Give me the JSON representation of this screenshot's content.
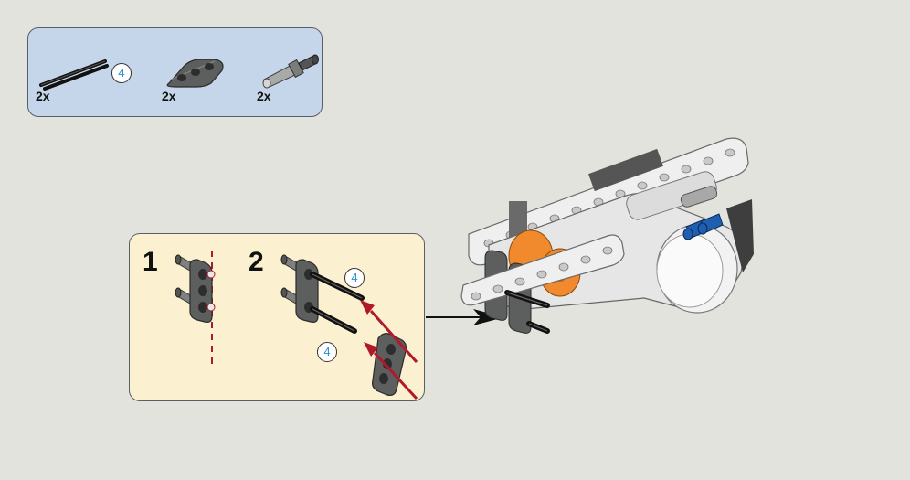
{
  "parts_list": {
    "items": [
      {
        "name": "axle-4",
        "qty": "2x",
        "callout": "4"
      },
      {
        "name": "beam-3",
        "qty": "2x"
      },
      {
        "name": "connector-peg-with-axle",
        "qty": "2x"
      }
    ]
  },
  "sub_assembly": {
    "steps": [
      {
        "number": "1"
      },
      {
        "number": "2",
        "callouts": [
          "4",
          "4"
        ]
      }
    ]
  },
  "colors": {
    "background": "#e2e3dc",
    "parts_box": "#c6d6ea",
    "sub_box": "#fbf0cf",
    "callout_text": "#2a8fd0",
    "arrow_red": "#b0192b",
    "motor_orange": "#f08a2c",
    "peg_blue": "#1f5fb0"
  }
}
